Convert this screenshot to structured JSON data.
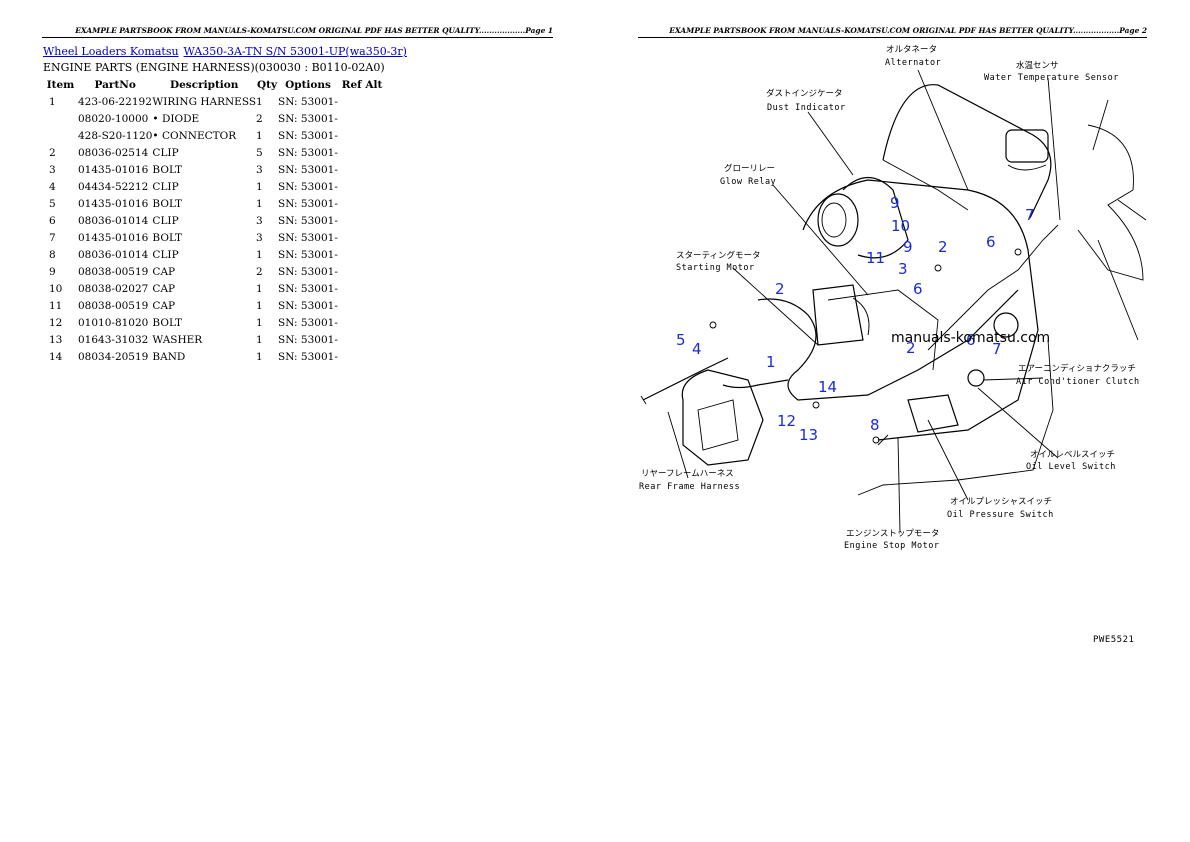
{
  "page1": {
    "header": "EXAMPLE PARTSBOOK FROM MANUALS-KOMATSU.COM ORIGINAL PDF HAS BETTER QUALITY..................Page 1"
  },
  "page2": {
    "header": "EXAMPLE PARTSBOOK FROM MANUALS-KOMATSU.COM ORIGINAL PDF HAS BETTER QUALITY..................Page 2"
  },
  "breadcrumb": {
    "link1": "Wheel Loaders Komatsu",
    "link2": "WA350-3A-TN S/N 53001-UP(wa350-3r)"
  },
  "section_title": "ENGINE PARTS (ENGINE HARNESS)(030030 : B0110-02A0)",
  "table": {
    "headers": [
      "Item",
      "PartNo",
      "Description",
      "Qty",
      "Options",
      "Ref Alt"
    ],
    "rows": [
      {
        "item": "1",
        "part": "423-06-22192",
        "desc": "WIRING HARNESS",
        "qty": "1",
        "opt": "SN: 53001-",
        "ref": ""
      },
      {
        "item": "",
        "part": "08020-10000",
        "desc": "• DIODE",
        "qty": "2",
        "opt": "SN: 53001-",
        "ref": ""
      },
      {
        "item": "",
        "part": "428-S20-1120",
        "desc": "• CONNECTOR",
        "qty": "1",
        "opt": "SN: 53001-",
        "ref": ""
      },
      {
        "item": "2",
        "part": "08036-02514",
        "desc": "CLIP",
        "qty": "5",
        "opt": "SN: 53001-",
        "ref": ""
      },
      {
        "item": "3",
        "part": "01435-01016",
        "desc": "BOLT",
        "qty": "3",
        "opt": "SN: 53001-",
        "ref": ""
      },
      {
        "item": "4",
        "part": "04434-52212",
        "desc": "CLIP",
        "qty": "1",
        "opt": "SN: 53001-",
        "ref": ""
      },
      {
        "item": "5",
        "part": "01435-01016",
        "desc": "BOLT",
        "qty": "1",
        "opt": "SN: 53001-",
        "ref": ""
      },
      {
        "item": "6",
        "part": "08036-01014",
        "desc": "CLIP",
        "qty": "3",
        "opt": "SN: 53001-",
        "ref": ""
      },
      {
        "item": "7",
        "part": "01435-01016",
        "desc": "BOLT",
        "qty": "3",
        "opt": "SN: 53001-",
        "ref": ""
      },
      {
        "item": "8",
        "part": "08036-01014",
        "desc": "CLIP",
        "qty": "1",
        "opt": "SN: 53001-",
        "ref": ""
      },
      {
        "item": "9",
        "part": "08038-00519",
        "desc": "CAP",
        "qty": "2",
        "opt": "SN: 53001-",
        "ref": ""
      },
      {
        "item": "10",
        "part": "08038-02027",
        "desc": "CAP",
        "qty": "1",
        "opt": "SN: 53001-",
        "ref": ""
      },
      {
        "item": "11",
        "part": "08038-00519",
        "desc": "CAP",
        "qty": "1",
        "opt": "SN: 53001-",
        "ref": ""
      },
      {
        "item": "12",
        "part": "01010-81020",
        "desc": "BOLT",
        "qty": "1",
        "opt": "SN: 53001-",
        "ref": ""
      },
      {
        "item": "13",
        "part": "01643-31032",
        "desc": "WASHER",
        "qty": "1",
        "opt": "SN: 53001-",
        "ref": ""
      },
      {
        "item": "14",
        "part": "08034-20519",
        "desc": "BAND",
        "qty": "1",
        "opt": "SN: 53001-",
        "ref": ""
      }
    ]
  },
  "diagram": {
    "labels": {
      "alternator_jp": "オルタネータ",
      "alternator_en": "Alternator",
      "water_temp_jp": "水温センサ",
      "water_temp_en": "Water Temperature Sensor",
      "dust_jp": "ダストインジケータ",
      "dust_en": "Dust Indicator",
      "glow_jp": "グローリレー",
      "glow_en": "Glow Relay",
      "starting_jp": "スターティングモータ",
      "starting_en": "Starting Motor",
      "aircon_jp": "エアーコンディショナクラッチ",
      "aircon_en": "Air Cond'tioner Clutch",
      "oil_level_jp": "オイルレベルスイッチ",
      "oil_level_en": "Oil Level Switch",
      "rear_frame_jp": "リヤーフレームハーネス",
      "rear_frame_en": "Rear Frame Harness",
      "oil_pressure_jp": "オイルプレッシャスイッチ",
      "oil_pressure_en": "Oil Pressure Switch",
      "engine_stop_jp": "エンジンストップモータ",
      "engine_stop_en": "Engine Stop Motor"
    },
    "watermark": "manuals-komatsu.com",
    "code": "PWE5521",
    "callouts": [
      "9",
      "10",
      "9",
      "2",
      "6",
      "7",
      "3",
      "11",
      "2",
      "6",
      "2",
      "6",
      "7",
      "5",
      "4",
      "1",
      "14",
      "12",
      "13",
      "8"
    ]
  }
}
